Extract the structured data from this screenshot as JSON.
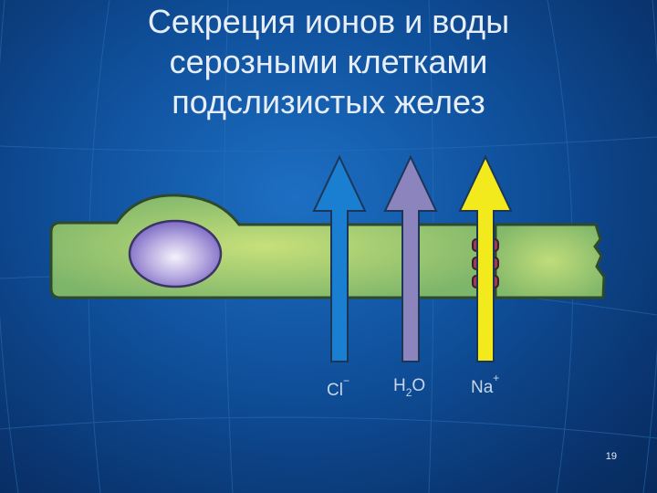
{
  "slide": {
    "title_lines": [
      "Секреция ионов и воды",
      "серозными клетками",
      "подслизистых желез"
    ],
    "page_number": "19"
  },
  "diagram": {
    "arrows": [
      {
        "label": "Cl",
        "superscript": "−",
        "color": "#1a7fd0"
      },
      {
        "label": "H",
        "subscript": "2",
        "label_tail": "O",
        "color": "#8c85bd"
      },
      {
        "label": "Na",
        "superscript": "+",
        "color": "#f2ea1c"
      }
    ],
    "colors": {
      "cell_fill": "#8fc46f",
      "cell_stroke": "#2e4a2b",
      "nucleus_fill": "#8d7ad1",
      "channel_fill": "#9e3b59"
    }
  }
}
